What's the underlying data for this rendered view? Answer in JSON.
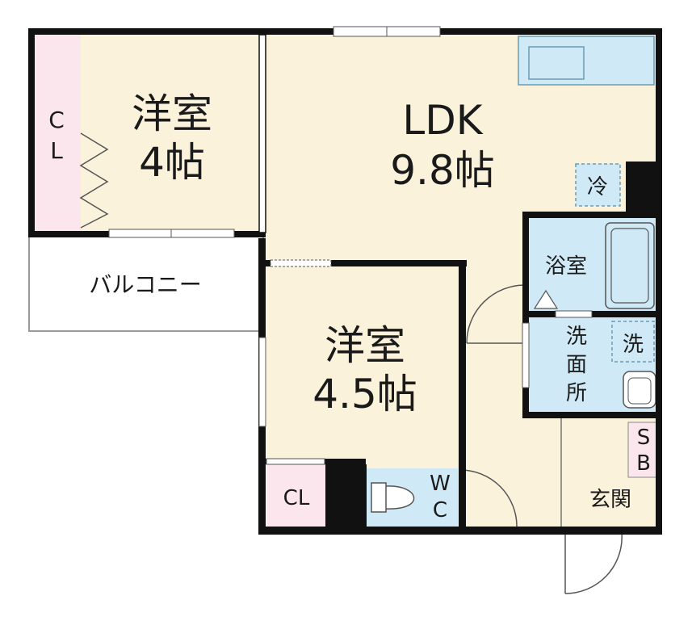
{
  "rooms": {
    "western_room_top": {
      "name": "洋室",
      "size": "4帖"
    },
    "ldk": {
      "name": "LDK",
      "size": "9.8帖"
    },
    "western_room_bottom": {
      "name": "洋室",
      "size": "4.5帖"
    },
    "balcony": {
      "name": "バルコニー"
    },
    "closet_top": {
      "line1": "C",
      "line2": "L"
    },
    "closet_bottom": {
      "name": "CL"
    },
    "bath": {
      "name": "浴室"
    },
    "washroom": {
      "line1": "洗",
      "line2": "面",
      "line3": "所"
    },
    "washer": {
      "name": "洗"
    },
    "fridge": {
      "name": "冷"
    },
    "wc": {
      "line1": "W",
      "line2": "C"
    },
    "shoebox": {
      "line1": "S",
      "line2": "B"
    },
    "entrance": {
      "name": "玄関"
    }
  },
  "colors": {
    "room_fill": "#fbf2dc",
    "closet_fill": "#fbe6ee",
    "wet_fill": "#cfe9f6",
    "wall": "#111111"
  }
}
